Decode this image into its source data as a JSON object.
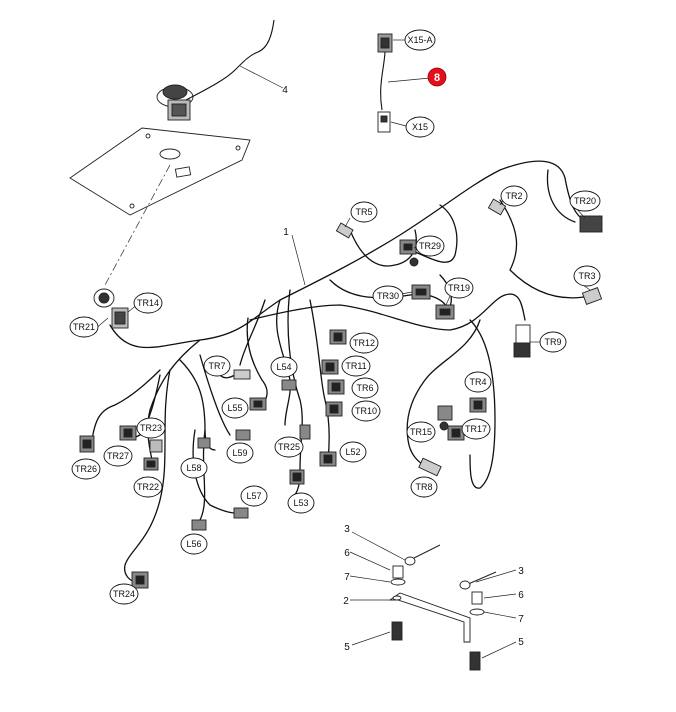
{
  "diagram": {
    "highlight_color": "#e3101b",
    "highlight_item": "8",
    "connector_labels": {
      "x15a": "X15-A",
      "x15": "X15",
      "tr2": "TR2",
      "tr3": "TR3",
      "tr4": "TR4",
      "tr5": "TR5",
      "tr6": "TR6",
      "tr7": "TR7",
      "tr8": "TR8",
      "tr9": "TR9",
      "tr10": "TR10",
      "tr11": "TR11",
      "tr12": "TR12",
      "tr14": "TR14",
      "tr15": "TR15",
      "tr17": "TR17",
      "tr19": "TR19",
      "tr20": "TR20",
      "tr21": "TR21",
      "tr22": "TR22",
      "tr23": "TR23",
      "tr24": "TR24",
      "tr25": "TR25",
      "tr26": "TR26",
      "tr27": "TR27",
      "tr29": "TR29",
      "tr30": "TR30",
      "l52": "L52",
      "l53": "L53",
      "l54": "L54",
      "l55": "L55",
      "l56": "L56",
      "l57": "L57",
      "l58": "L58",
      "l59": "L59"
    },
    "part_numbers": {
      "p1": "1",
      "p2": "2",
      "p3a": "3",
      "p3b": "3",
      "p4": "4",
      "p5a": "5",
      "p5b": "5",
      "p6a": "6",
      "p6b": "6",
      "p7a": "7",
      "p7b": "7"
    }
  }
}
